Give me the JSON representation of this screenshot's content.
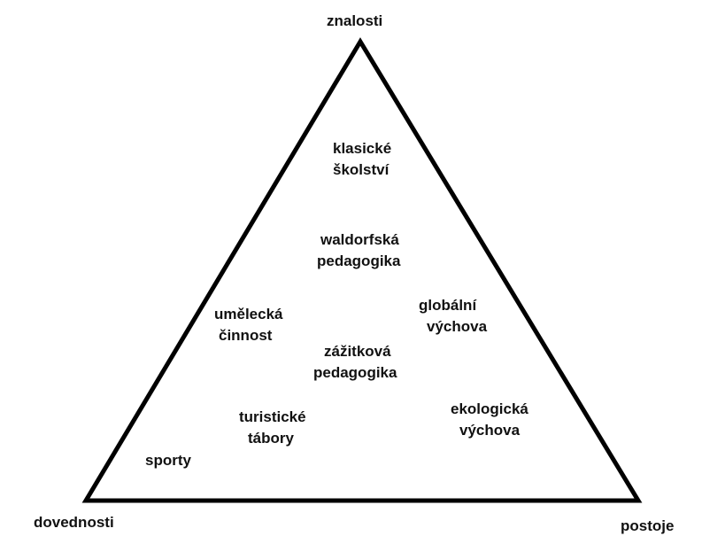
{
  "corners": {
    "top": "znalosti",
    "bottom_left": "dovednosti",
    "bottom_right": "postoje"
  },
  "items": {
    "klasicke_skolstvi": [
      "klasické",
      "školství"
    ],
    "waldorfska_pedagogika": [
      "waldorfská",
      "pedagogika"
    ],
    "globalni_vychova": [
      "globální",
      "výchova"
    ],
    "umelecka_cinnost": [
      "umělecká",
      "činnost"
    ],
    "zazitkova_pedagogika": [
      "zážitková",
      "pedagogika"
    ],
    "ekologicka_vychova": [
      "ekologická",
      "výchova"
    ],
    "turisticke_tabory": [
      "turistické",
      "tábory"
    ],
    "sporty": [
      "sporty"
    ]
  },
  "colors": {
    "line": "#000000",
    "text": "#111111",
    "background": "#ffffff"
  }
}
